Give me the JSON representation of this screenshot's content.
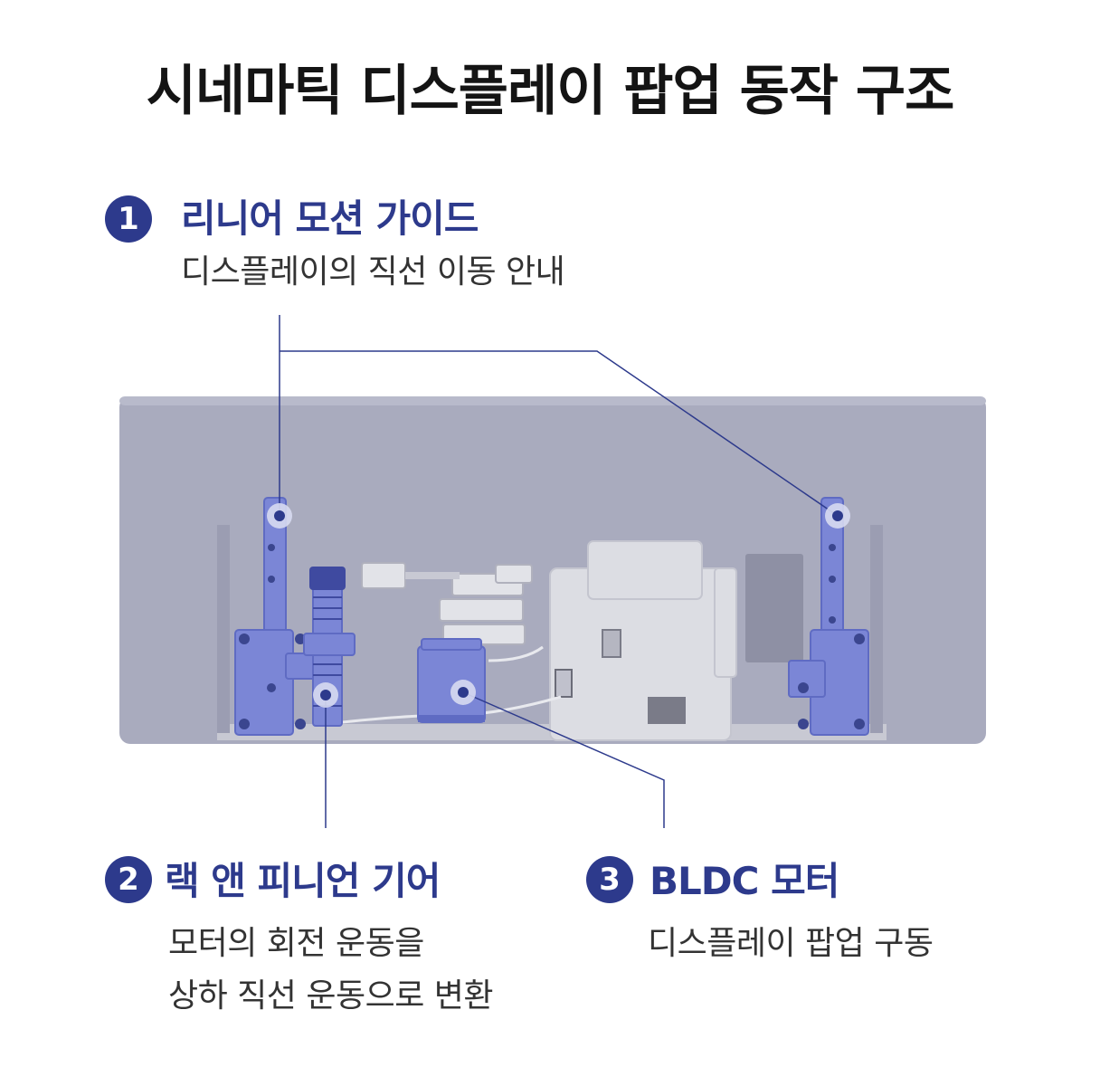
{
  "title": "시네마틱 디스플레이 팝업 동작 구조",
  "colors": {
    "accent": "#2d3a8c",
    "housing": "#a9abbe",
    "part_highlight": "#7b86d6",
    "machinery": "#dcdde3"
  },
  "callouts": [
    {
      "number": "1",
      "label": "리니어 모션 가이드",
      "desc_lines": [
        "디스플레이의 직선 이동 안내"
      ]
    },
    {
      "number": "2",
      "label": "랙 앤 피니언 기어",
      "desc_lines": [
        "모터의 회전 운동을",
        "상하 직선 운동으로 변환"
      ]
    },
    {
      "number": "3",
      "label": "BLDC 모터",
      "desc_lines": [
        "디스플레이 팝업 구동"
      ]
    }
  ]
}
